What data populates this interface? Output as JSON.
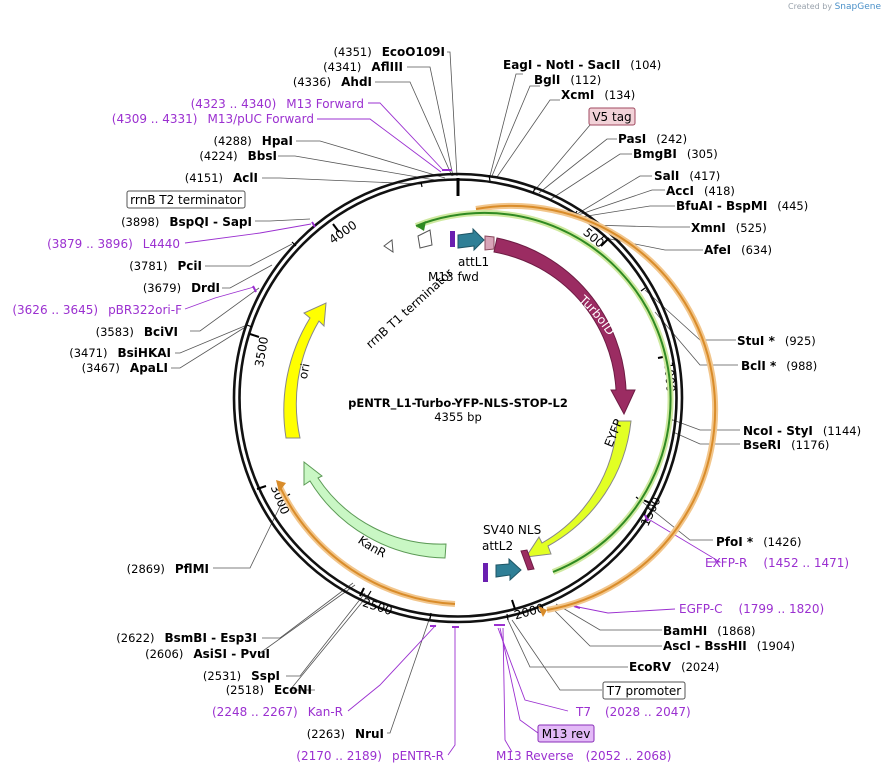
{
  "branding": {
    "prefix": "Created by",
    "name": "SnapGene"
  },
  "plasmid": {
    "name": "pENTR_L1-Turbo-YFP-NLS-STOP-L2",
    "size": "4355 bp",
    "length": 4355
  },
  "ticks": [
    "500",
    "1000",
    "1500",
    "2000",
    "2500",
    "3000",
    "3500",
    "4000"
  ],
  "features": [
    {
      "name": "TurboID",
      "color": "#9b2c62"
    },
    {
      "name": "EYFP",
      "color": "#e2ff24"
    },
    {
      "name": "KanR",
      "color": "#c9f7c4"
    },
    {
      "name": "ori",
      "color": "#ffff00"
    },
    {
      "name": "rrnB T1 terminator"
    },
    {
      "name": "attL1"
    },
    {
      "name": "M13 fwd"
    },
    {
      "name": "SV40 NLS"
    },
    {
      "name": "attL2"
    }
  ],
  "boxed": [
    {
      "label": "V5 tag",
      "fill": "#f2d2d8",
      "stroke": "#a04a60"
    },
    {
      "label": "rrnB T2 terminator",
      "fill": "#ffffff",
      "stroke": "#555555"
    },
    {
      "label": "T7 promoter",
      "fill": "#ffffff",
      "stroke": "#555555"
    },
    {
      "label": "M13 rev",
      "fill": "#e3baf7",
      "stroke": "#8a2fb8"
    }
  ],
  "sites_right": [
    {
      "name": "EagI  - NotI  - SacII",
      "pos": "(104)"
    },
    {
      "name": "BglI",
      "pos": "(112)"
    },
    {
      "name": "XcmI",
      "pos": "(134)"
    },
    {
      "name": "PasI",
      "pos": "(242)"
    },
    {
      "name": "BmgBI",
      "pos": "(305)"
    },
    {
      "name": "SalI",
      "pos": "(417)"
    },
    {
      "name": "AccI",
      "pos": "(418)"
    },
    {
      "name": "BfuAI  - BspMI",
      "pos": "(445)"
    },
    {
      "name": "XmnI",
      "pos": "(525)"
    },
    {
      "name": "AfeI",
      "pos": "(634)"
    },
    {
      "name": "StuI *",
      "pos": "(925)"
    },
    {
      "name": "BclI *",
      "pos": "(988)"
    },
    {
      "name": "NcoI  - StyI",
      "pos": "(1144)"
    },
    {
      "name": "BseRI",
      "pos": "(1176)"
    },
    {
      "name": "PfoI *",
      "pos": "(1426)"
    },
    {
      "name": "BamHI",
      "pos": "(1868)"
    },
    {
      "name": "AscI  - BssHII",
      "pos": "(1904)"
    },
    {
      "name": "EcoRV",
      "pos": "(2024)"
    }
  ],
  "sites_left": [
    {
      "pos": "(4351)",
      "name": "EcoO109I"
    },
    {
      "pos": "(4341)",
      "name": "AflIII"
    },
    {
      "pos": "(4336)",
      "name": "AhdI"
    },
    {
      "pos": "(4288)",
      "name": "HpaI"
    },
    {
      "pos": "(4224)",
      "name": "BbsI"
    },
    {
      "pos": "(4151)",
      "name": "AclI"
    },
    {
      "pos": "(3898)",
      "name": "BspQI  - SapI"
    },
    {
      "pos": "(3781)",
      "name": "PciI"
    },
    {
      "pos": "(3679)",
      "name": "DrdI"
    },
    {
      "pos": "(3583)",
      "name": "BciVI"
    },
    {
      "pos": "(3471)",
      "name": "BsiHKAI"
    },
    {
      "pos": "(3467)",
      "name": "ApaLI"
    },
    {
      "pos": "(2869)",
      "name": "PflMI"
    },
    {
      "pos": "(2622)",
      "name": "BsmBI  - Esp3I"
    },
    {
      "pos": "(2606)",
      "name": "AsiSI  - PvuI"
    },
    {
      "pos": "(2531)",
      "name": "SspI"
    },
    {
      "pos": "(2518)",
      "name": "EcoNI"
    },
    {
      "pos": "(2263)",
      "name": "NruI"
    }
  ],
  "primers": [
    {
      "range": "(4323 .. 4340)",
      "name": "M13 Forward"
    },
    {
      "range": "(4309 .. 4331)",
      "name": "M13/pUC Forward"
    },
    {
      "range": "(3879 .. 3896)",
      "name": "L4440"
    },
    {
      "range": "(3626 .. 3645)",
      "name": "pBR322ori-F"
    },
    {
      "range": "(2248 .. 2267)",
      "name": "Kan-R"
    },
    {
      "range": "(2170 .. 2189)",
      "name": "pENTR-R"
    },
    {
      "name": "EXFP-R",
      "range": "(1452 .. 1471)"
    },
    {
      "name": "EGFP-C",
      "range": "(1799 .. 1820)"
    },
    {
      "name": "T7",
      "range": "(2028 .. 2047)"
    },
    {
      "name": "M13 Reverse",
      "range": "(2052 .. 2068)"
    }
  ]
}
